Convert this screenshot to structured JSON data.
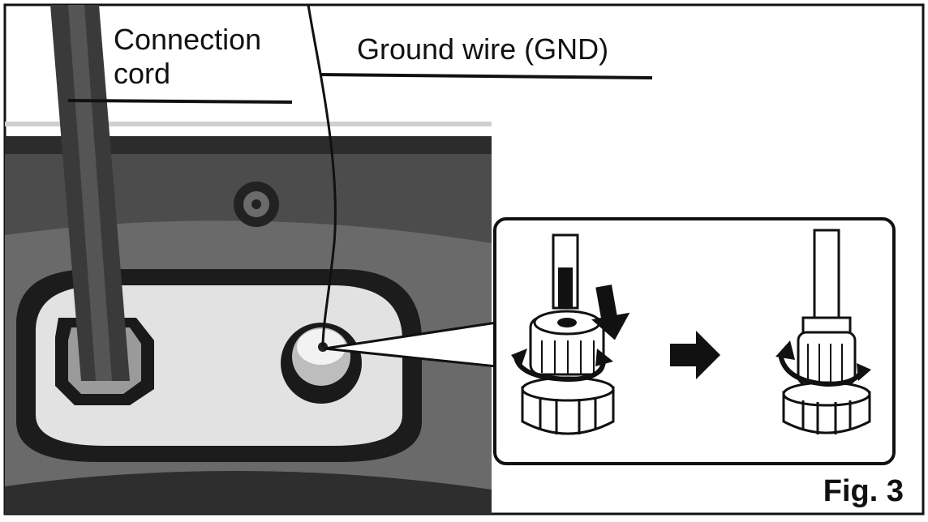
{
  "labels": {
    "connection_cord": "Connection\ncord",
    "ground_wire": "Ground wire (GND)",
    "figure": "Fig. 3"
  },
  "colors": {
    "ink": "#111111",
    "panel_dark": "#4a4a4a",
    "panel_mid": "#6e6e6e",
    "recess": "#e3e3e3",
    "paper": "#ffffff"
  },
  "icons": {
    "insert_arrow": "arrow-down-icon",
    "next_step_arrow": "arrow-right-icon",
    "tighten_rotation": "rotate-arrow-icon"
  }
}
